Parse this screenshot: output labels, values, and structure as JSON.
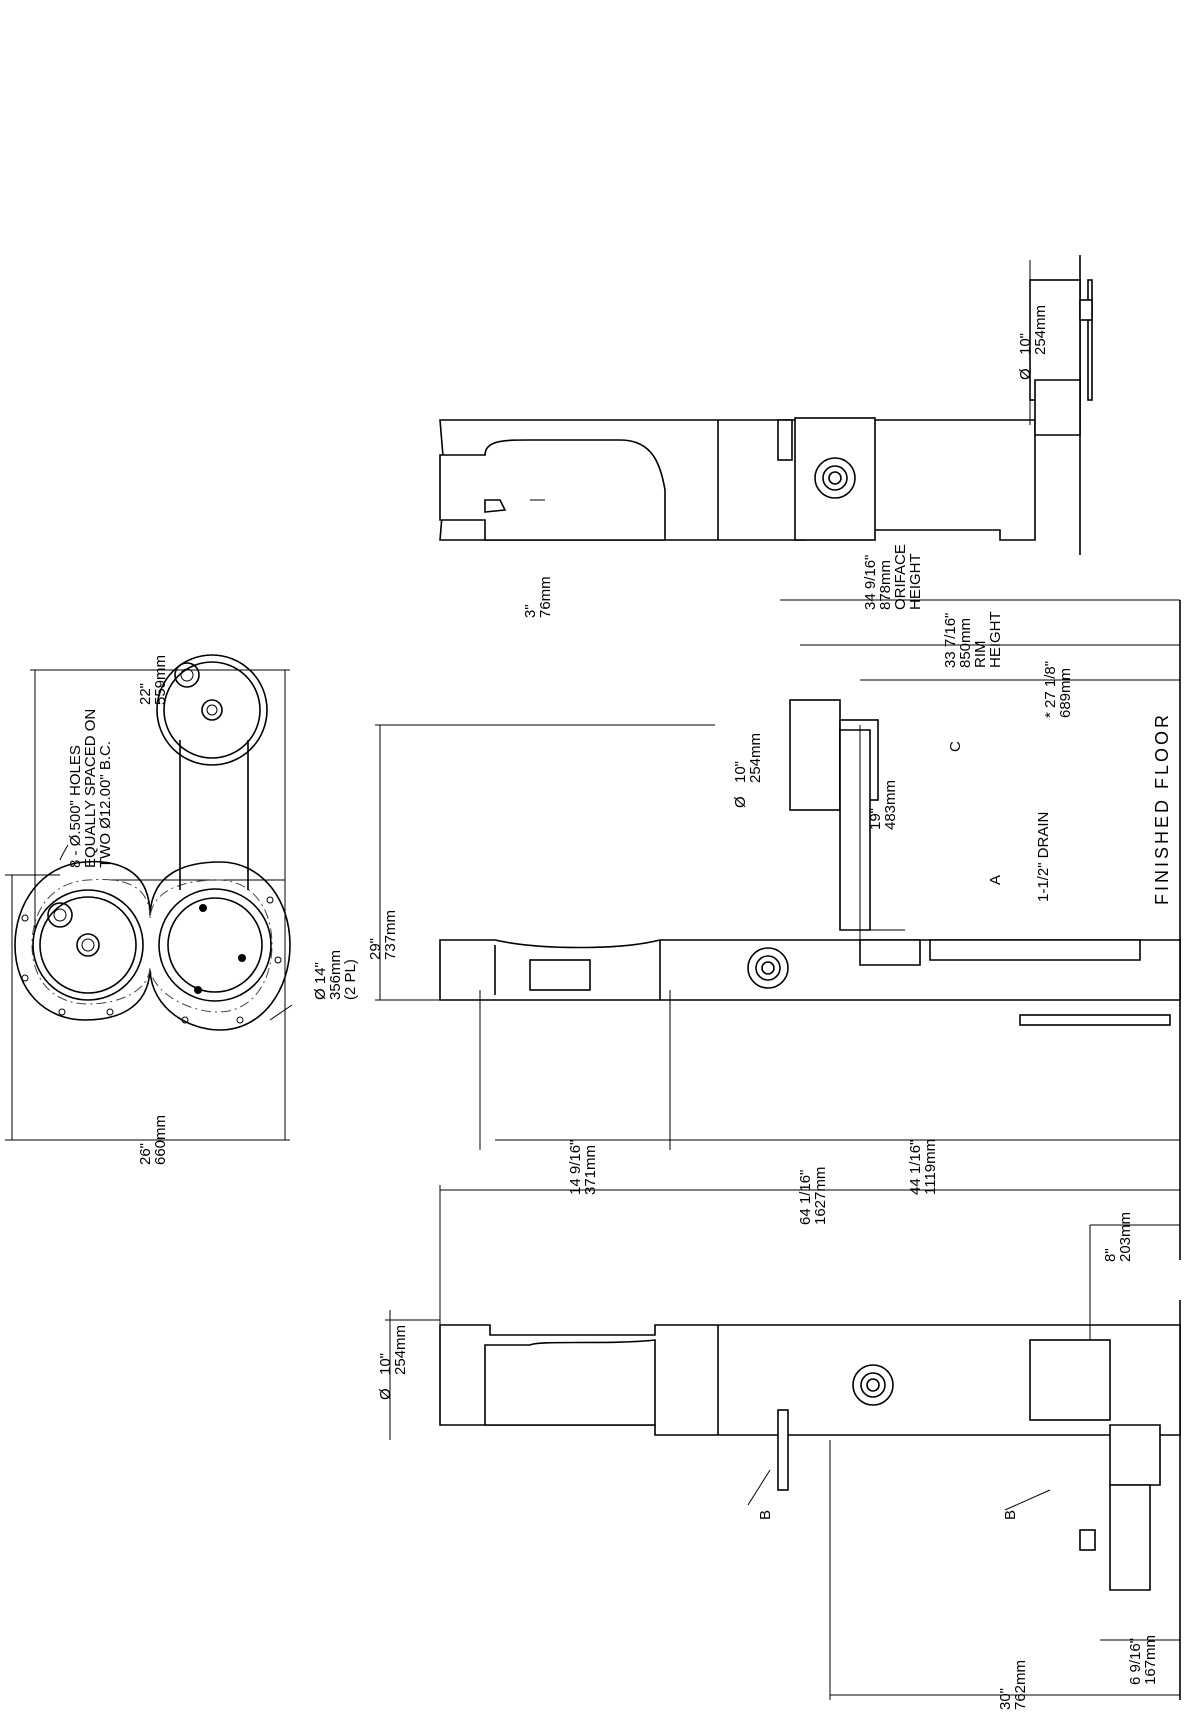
{
  "top_view": {
    "width_overall": [
      "26\"",
      "660mm"
    ],
    "width_right": [
      "22\"",
      "559mm"
    ],
    "holes_note": [
      "8 - Ø.500\" HOLES",
      "EQUALLY SPACED ON",
      "TWO Ø12.00\" B.C."
    ],
    "basin_dia": [
      "Ø 14\"",
      "356mm",
      "(2 PL)"
    ]
  },
  "side_view": {
    "height_tall": [
      "29\"",
      "737mm"
    ],
    "filler_height": [
      "14 9/16\"",
      "371mm"
    ],
    "filler_base": [
      "44 1/16\"",
      "1119mm"
    ],
    "bowl_dia": [
      "Ø",
      "10\"",
      "254mm"
    ],
    "orifice_height": [
      "34 9/16\"",
      "878mm",
      "ORIFACE",
      "HEIGHT"
    ],
    "rim_height": [
      "33 7/16\"",
      "850mm",
      "RIM",
      "HEIGHT"
    ],
    "knee_height": [
      "* 27 1/8\"",
      "689mm"
    ],
    "bowl_depth": [
      "19\"",
      "483mm"
    ],
    "label_c": "C",
    "label_a": "A",
    "drain": "1-1/2\" DRAIN",
    "floor": "FINISHED FLOOR"
  },
  "top_elev": {
    "bowl_dia": [
      "Ø",
      "10\"",
      "254mm"
    ],
    "offset": [
      "3\"",
      "76mm"
    ]
  },
  "front_view": {
    "overall_height": [
      "64 1/16\"",
      "1627mm"
    ],
    "pet_height": [
      "8\"",
      "203mm"
    ],
    "bowl_dia": [
      "Ø",
      "10\"",
      "254mm"
    ],
    "label_b1": "B",
    "label_b2": "B",
    "pet_bowl": [
      "6 9/16\"",
      "167mm"
    ],
    "spacing": [
      "30\"",
      "762mm"
    ]
  }
}
